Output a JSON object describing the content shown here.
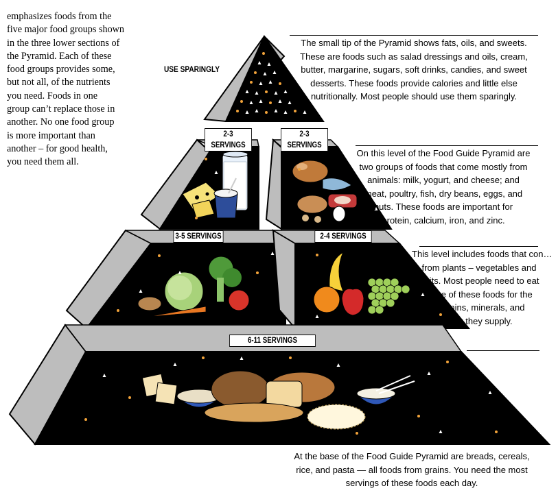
{
  "intro_lines": [
    "emphasizes foods from the",
    "five major food groups shown",
    "in the three lower sections of",
    "the Pyramid.  Each of these",
    "food groups provides some,",
    "but not all, of the nutrients",
    "you need.  Foods in one",
    "group can’t replace those in",
    "another. No one food group",
    "is more important than",
    "another – for good health,",
    "you need them all."
  ],
  "use_sparingly": "USE SPARINGLY",
  "servings": {
    "milk": "2-3 SERVINGS",
    "meat": "2-3 SERVINGS",
    "vegetable": "3-5 SERVINGS",
    "fruit": "2-4 SERVINGS",
    "grains": "6-11 SERVINGS"
  },
  "captions": {
    "tip": [
      "The small tip of the Pyramid shows fats, oils, and sweets.",
      "These are foods such as salad dressings and oils, cream,",
      "butter, margarine, sugars, soft drinks, candies, and sweet",
      "desserts. These foods provide calories and little else",
      "nutritionally. Most people should use them sparingly."
    ],
    "animal": [
      "On this level of the Food Guide Pyramid are",
      "two groups of foods that come mostly from",
      "animals: milk, yogurt, and cheese; and",
      "meat, poultry, fish, dry beans, eggs, and",
      "nuts. These foods are important for",
      "protein, calcium, iron, and zinc."
    ],
    "plant": [
      "This level includes foods that con…",
      "from plants – vegetables and",
      "fruits. Most people need to eat",
      "more of these foods for the",
      "vitamins, minerals, and",
      "fiber they supply."
    ],
    "base": [
      "At the base of the Food Guide Pyramid are breads, cereals,",
      "rice, and pasta — all foods from grains. You need the most",
      "servings of these foods each day."
    ]
  },
  "colors": {
    "tier_fill": "#000000",
    "side_fill": "#bdbdbd",
    "speck": "#ffffff",
    "accent_gold": "#f2a33a"
  }
}
